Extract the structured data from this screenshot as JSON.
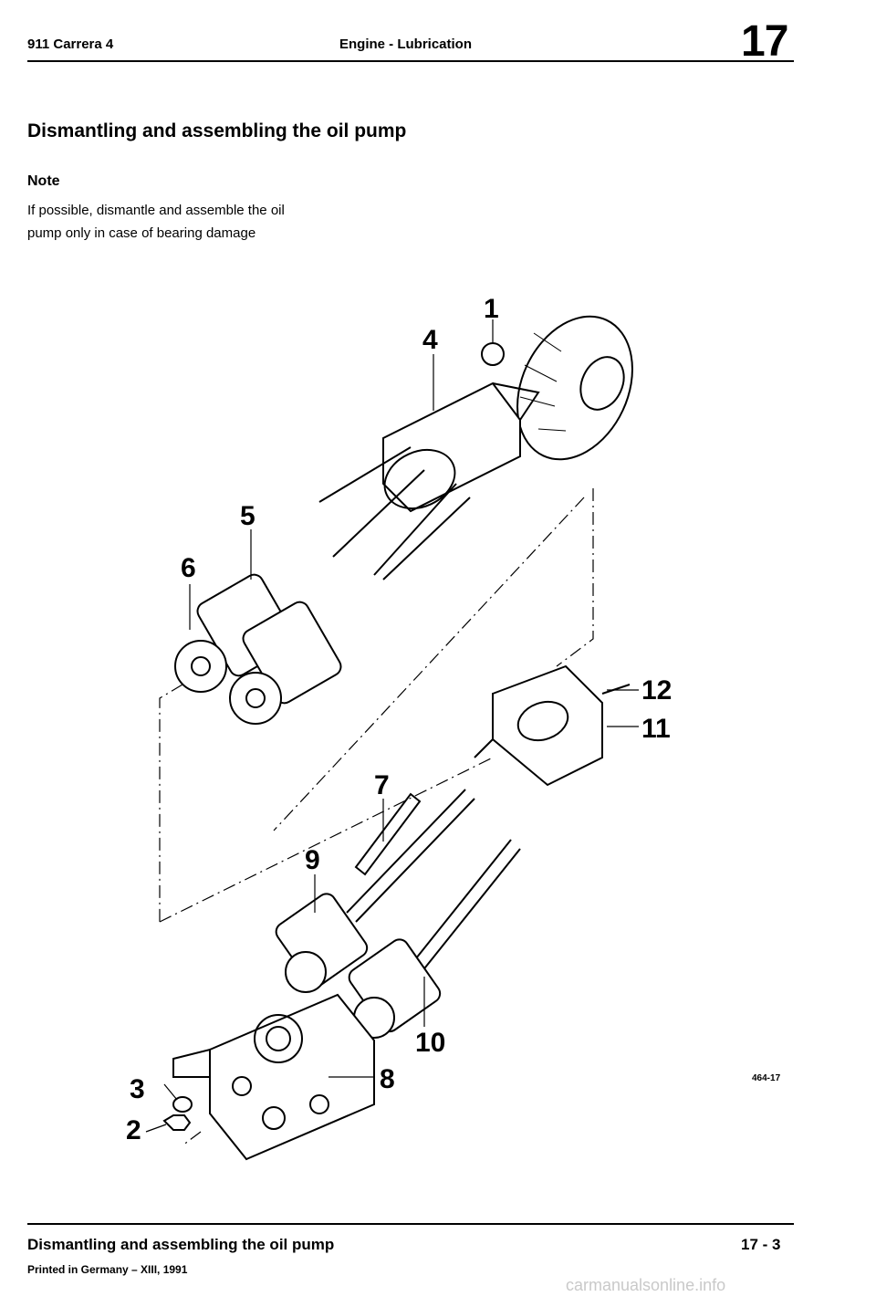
{
  "header": {
    "model": "911 Carrera 4",
    "section": "Engine - Lubrication",
    "chapter": "17"
  },
  "title": "Dismantling and assembling the oil pump",
  "note": {
    "heading": "Note",
    "lines": [
      "If possible, dismantle and assemble the oil",
      "pump only in case of bearing damage"
    ]
  },
  "figure": {
    "code": "464-17",
    "callouts": [
      "1",
      "4",
      "5",
      "6",
      "12",
      "11",
      "7",
      "9",
      "10",
      "3",
      "8",
      "2"
    ]
  },
  "footer": {
    "title": "Dismantling and assembling the oil pump",
    "page": "17 - 3",
    "printed": "Printed in Germany – XIII, 1991"
  },
  "watermark": "carmanualsonline.info"
}
